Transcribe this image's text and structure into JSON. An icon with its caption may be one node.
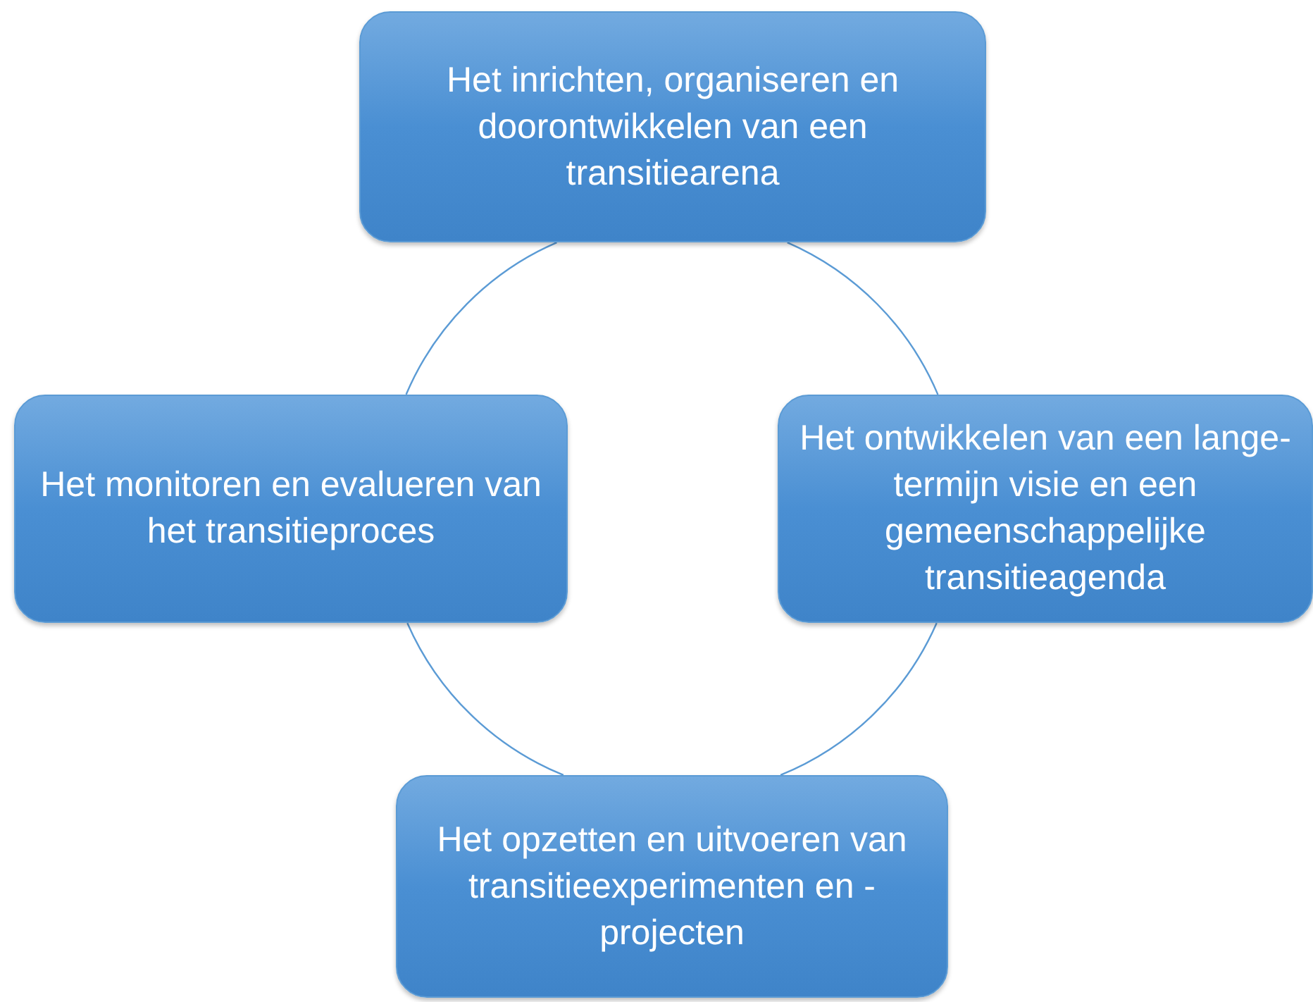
{
  "diagram": {
    "nodes": [
      {
        "text": [
          "Het inrichten, organiseren en doorontwikkelen van een transitiearena"
        ]
      },
      {
        "text": [
          "Het monitoren en evalueren van het transitieproces"
        ]
      },
      {
        "text": [
          "Het ontwikkelen van een lange-termijn visie en een gemeenschappelijke transitieagenda"
        ]
      },
      {
        "text": [
          "Het opzetten en uitvoeren van transitieexperimenten en -projecten"
        ]
      }
    ],
    "edges": [
      {
        "from": 0,
        "to": 2,
        "arrow": "none"
      },
      {
        "from": 2,
        "to": 3,
        "arrow": "none"
      },
      {
        "from": 3,
        "to": 1,
        "arrow": "none"
      },
      {
        "from": 1,
        "to": 0,
        "arrow": "none"
      }
    ]
  }
}
